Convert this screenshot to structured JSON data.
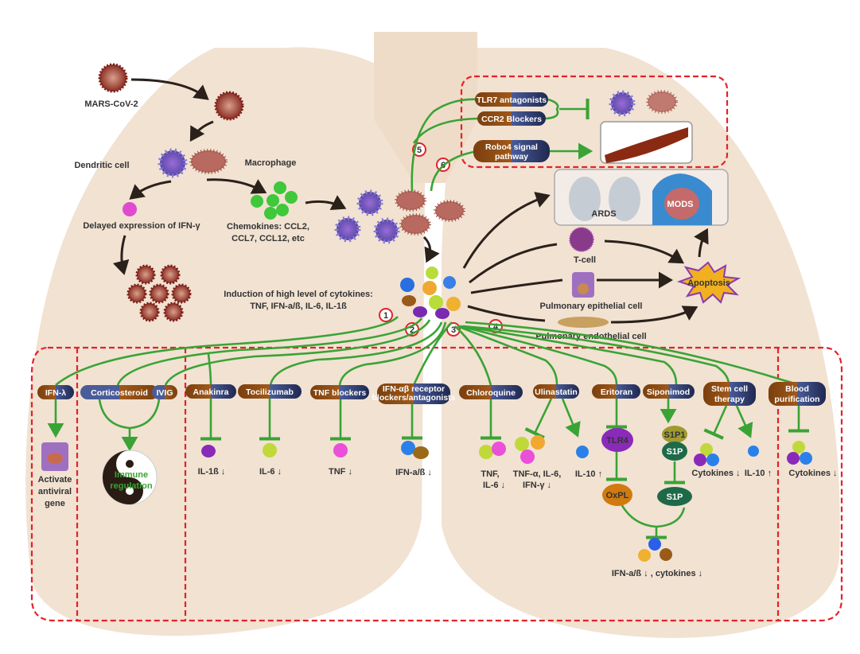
{
  "colors": {
    "accent_green": "#3aa335",
    "dash_red": "#e4222a",
    "pill_brown": "#8a4a12",
    "pill_navy": "#36477f",
    "lung_beige": "#f1e2d2"
  },
  "pathogen": {
    "label": "MARS-CoV-2"
  },
  "cells": {
    "dendritic": "Dendritic cell",
    "macrophage": "Macrophage",
    "t_cell": "T-cell",
    "epithelial": "Pulmonary epithelial cell",
    "endothelial": "Pulmonary endothelial cell"
  },
  "ifn_gamma": "Delayed expression of IFN-γ",
  "chemokines": {
    "line1": "Chemokines: CCL2,",
    "line2": "CCL7, CCL12, etc"
  },
  "induction": {
    "line1": "Induction of high level of cytokines:",
    "line2": "TNF, IFN-a/ß, IL-6, IL-1ß"
  },
  "steps": [
    "1",
    "2",
    "3",
    "4",
    "5",
    "6"
  ],
  "top_box": {
    "tlr7": "TLR7 antagonists",
    "ccr2": "CCR2 Blockers",
    "robo4_1": "Robo4 signal",
    "robo4_2": "pathway"
  },
  "outcomes": {
    "ards": "ARDS",
    "mods": "MODS",
    "apoptosis": "Apoptosis"
  },
  "drugs": {
    "ifn_lambda": "IFN-λ",
    "corticosteroid": "Corticosteroid",
    "ivig": "IVIG",
    "anakinra": "Anakinra",
    "tocilizumab": "Tocilizumab",
    "tnf_blockers": "TNF blockers",
    "ifn_receptor_1": "IFN-αβ receptor",
    "ifn_receptor_2": "blockers/antagonists",
    "chloroquine": "Chloroquine",
    "ulinastatin": "Ulinastatin",
    "eritoran": "Eritoran",
    "siponimod": "Siponimod",
    "stem_cell_1": "Stem cell",
    "stem_cell_2": "therapy",
    "blood_1": "Blood",
    "blood_2": "purification"
  },
  "effects": {
    "antiviral_1": "Activate",
    "antiviral_2": "antiviral",
    "antiviral_3": "gene",
    "immune_1": "Immune",
    "immune_2": "regulation",
    "il1b": "IL-1ß ↓",
    "il6": "IL-6 ↓",
    "tnf": "TNF ↓",
    "ifnab": "IFN-a/ß ↓",
    "chloro_1": "TNF,",
    "chloro_2": "IL-6 ↓",
    "ulina_1": "TNF-α, IL-6,",
    "ulina_2": "IFN-γ ↓",
    "il10": "IL-10 ↑",
    "tlr4": "TLR4",
    "oxpl": "OxPL",
    "s1p1": "S1P1",
    "s1p": "S1P",
    "s1p_b": "S1P",
    "stem_cyt": "Cytokines ↓",
    "stem_il10": "IL-10 ↑",
    "blood_cyt": "Cytokines ↓",
    "combined": "IFN-a/ß ↓ , cytokines ↓"
  }
}
